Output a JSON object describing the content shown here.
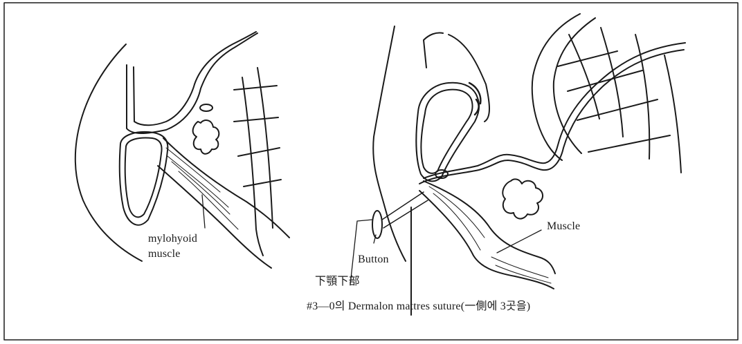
{
  "labels": {
    "mylohyoid_line1": "mylohyoid",
    "mylohyoid_line2": "muscle",
    "muscle": "Muscle",
    "button": "Button",
    "submandibular": "下顎下部",
    "caption": "#3—0의  Dermalon  mattres  suture(一側에 3곳을)"
  },
  "colors": {
    "ink": "#1a1a1a",
    "paper": "#ffffff"
  }
}
